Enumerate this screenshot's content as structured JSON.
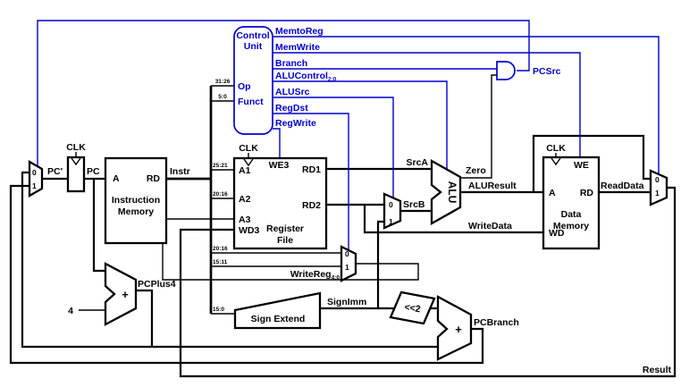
{
  "diagram": {
    "kind": "processor-datapath-schematic",
    "subject": "MIPS single-cycle processor datapath with control unit"
  },
  "colors": {
    "control_wire": "#0000cc",
    "datapath_wire": "#000000",
    "background": "#ffffff"
  },
  "components": {
    "pc_mux": {
      "in0": "0",
      "in1": "1"
    },
    "pc_register": {
      "clk": "CLK"
    },
    "instruction_memory": {
      "a": "A",
      "rd": "RD",
      "name1": "Instruction",
      "name2": "Memory"
    },
    "control_unit": {
      "name1": "Control",
      "name2": "Unit",
      "op": "Op",
      "funct": "Funct"
    },
    "register_file": {
      "clk": "CLK",
      "we3": "WE3",
      "a1": "A1",
      "a2": "A2",
      "a3": "A3",
      "wd3": "WD3",
      "rd1": "RD1",
      "rd2": "RD2",
      "name1": "Register",
      "name2": "File"
    },
    "srcb_mux": {
      "in0": "0",
      "in1": "1"
    },
    "alu": {
      "name": "ALU"
    },
    "writereg_mux": {
      "in0": "0",
      "in1": "1"
    },
    "sign_extend": {
      "name": "Sign Extend"
    },
    "shift_left2": {
      "name": "<<2"
    },
    "pcplus4_adder": {
      "op": "+",
      "const_input": "4"
    },
    "pcbranch_adder": {
      "op": "+"
    },
    "data_memory": {
      "clk": "CLK",
      "we": "WE",
      "a": "A",
      "rd": "RD",
      "wd": "WD",
      "name1": "Data",
      "name2": "Memory"
    },
    "result_mux": {
      "in0": "0",
      "in1": "1"
    }
  },
  "signals": {
    "control": {
      "memtoreg": "MemtoReg",
      "memwrite": "MemWrite",
      "branch": "Branch",
      "alucontrol": "ALUControl",
      "alucontrol_sub": "2:0",
      "alusrc": "ALUSrc",
      "regdst": "RegDst",
      "regwrite": "RegWrite",
      "pcsrc": "PCSrc"
    },
    "datapath": {
      "pc_next": "PC'",
      "pc": "PC",
      "instr": "Instr",
      "srca": "SrcA",
      "srcb": "SrcB",
      "zero": "Zero",
      "aluresult": "ALUResult",
      "writedata": "WriteData",
      "readdata": "ReadData",
      "signimm": "SignImm",
      "writereg": "WriteReg",
      "writereg_sub": "4:0",
      "pcplus4": "PCPlus4",
      "pcbranch": "PCBranch",
      "result": "Result"
    },
    "bit_slices": {
      "op": "31:26",
      "funct": "5:0",
      "a1": "25:21",
      "a2": "20:16",
      "rt": "20:16",
      "rd": "15:11",
      "imm": "15:0"
    }
  }
}
